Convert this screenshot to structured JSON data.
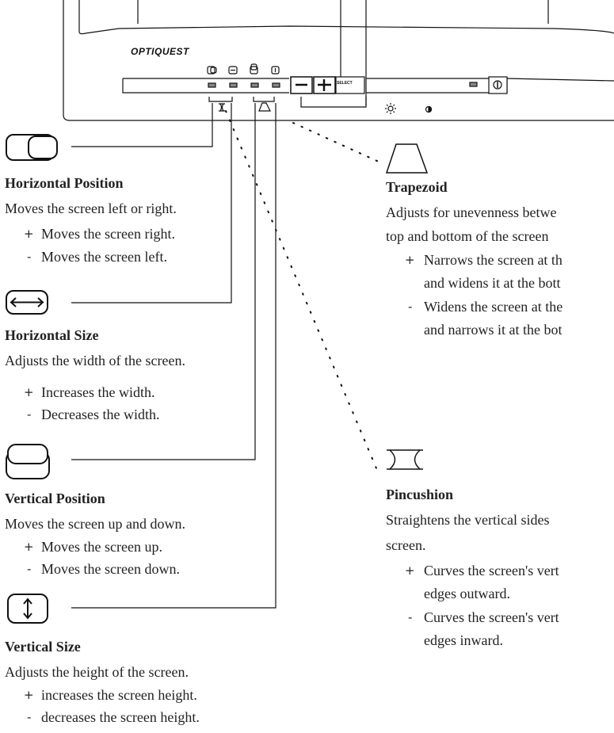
{
  "monitor": {
    "brand": "OPTIQUEST",
    "select_label": "SELECT",
    "minus_label": "−",
    "plus_label": "+",
    "icons": [
      "horizontal-position-icon",
      "horizontal-size-icon",
      "vertical-position-icon",
      "vertical-size-icon",
      "brightness-icon",
      "contrast-icon",
      "power-icon"
    ]
  },
  "left_items": [
    {
      "title": "Horizontal Position",
      "desc": "Moves the screen left or right.",
      "bullets": [
        {
          "sym": "+",
          "text": "Moves the screen right."
        },
        {
          "sym": "-",
          "text": "Moves the screen left."
        }
      ]
    },
    {
      "title": "Horizontal Size",
      "desc": "Adjusts the width of the screen.",
      "bullets": [
        {
          "sym": "+",
          "text": "Increases the width."
        },
        {
          "sym": "-",
          "text": "Decreases the width."
        }
      ]
    },
    {
      "title": "Vertical Position",
      "desc": "Moves the screen up and down.",
      "bullets": [
        {
          "sym": "+",
          "text": "Moves the screen up."
        },
        {
          "sym": "-",
          "text": "Moves the screen down."
        }
      ]
    },
    {
      "title": "Vertical Size",
      "desc": "Adjusts the height of the screen.",
      "bullets": [
        {
          "sym": "+",
          "text": "increases the screen height."
        },
        {
          "sym": "-",
          "text": "decreases the screen height."
        }
      ]
    }
  ],
  "right_items": [
    {
      "title": "Trapezoid",
      "desc": [
        "Adjusts for unevenness betwe",
        "top and bottom of the screen"
      ],
      "bullets": [
        {
          "sym": "+",
          "lines": [
            "Narrows the screen at th",
            "and widens it at the bott"
          ]
        },
        {
          "sym": "-",
          "lines": [
            "Widens the screen at the",
            "and narrows it at the bot"
          ]
        }
      ]
    },
    {
      "title": "Pincushion",
      "desc": [
        "Straightens the vertical sides",
        "screen."
      ],
      "bullets": [
        {
          "sym": "+",
          "lines": [
            "Curves the screen's vert",
            "edges outward."
          ]
        },
        {
          "sym": "-",
          "lines": [
            "Curves the screen's vert",
            "edges inward."
          ]
        }
      ]
    }
  ]
}
